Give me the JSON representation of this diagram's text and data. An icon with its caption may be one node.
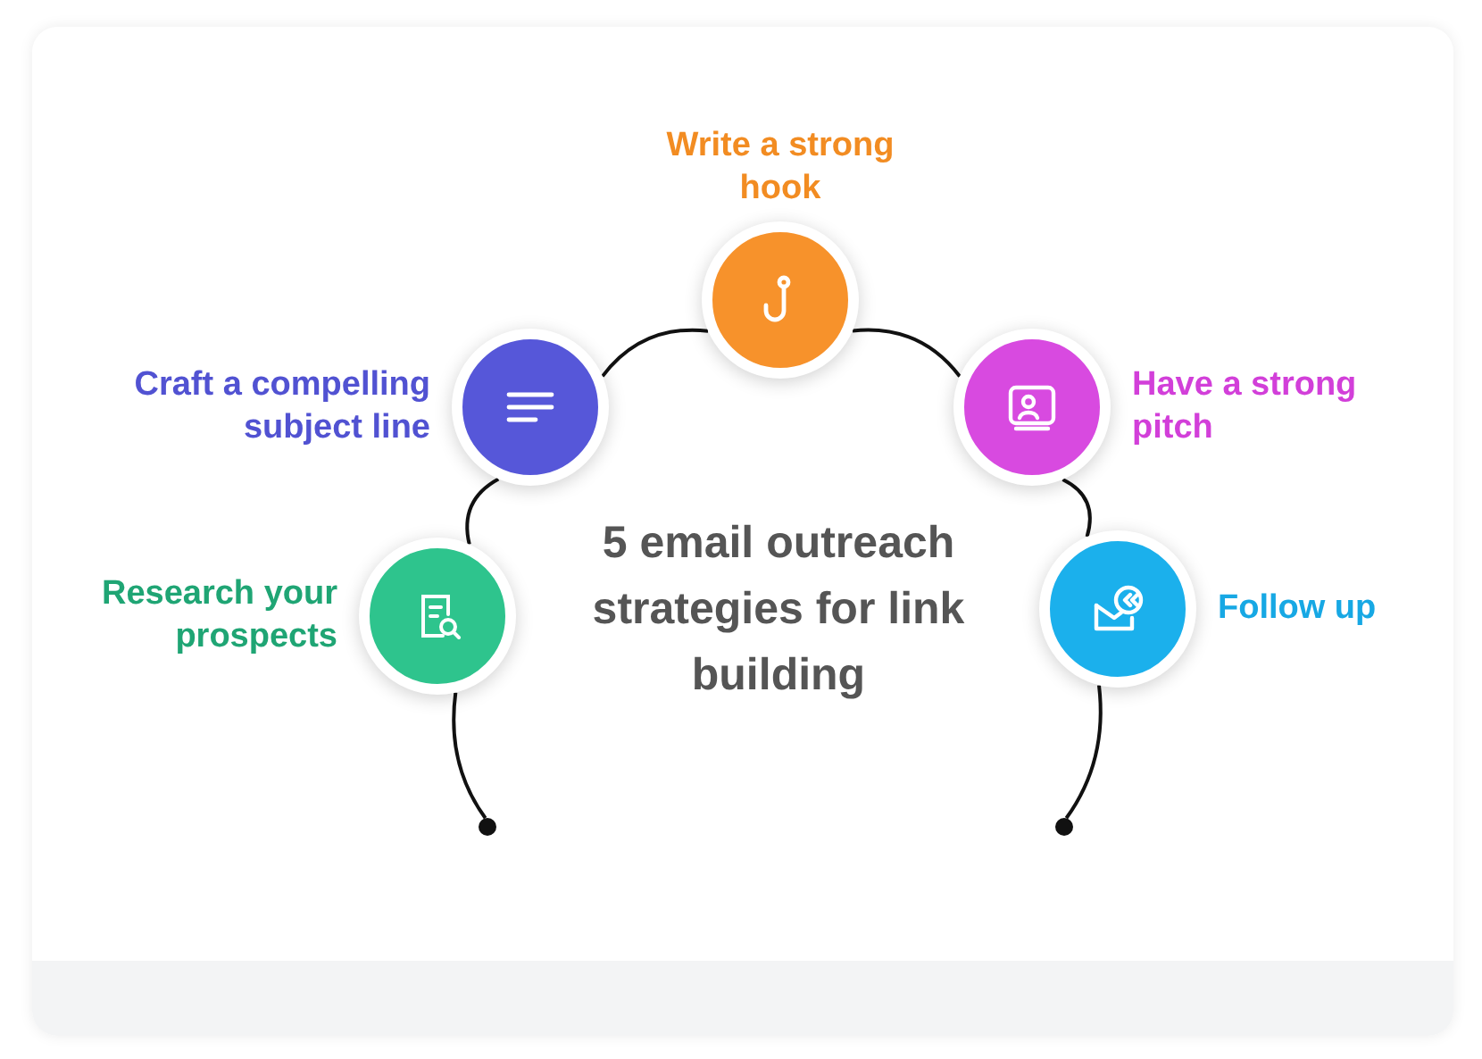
{
  "diagram": {
    "title": "5 email outreach strategies for link building",
    "nodes": [
      {
        "text": [
          "Research your prospects"
        ]
      },
      {
        "text": [
          "Craft a compelling subject line"
        ]
      },
      {
        "text": [
          "Write a strong hook"
        ]
      },
      {
        "text": [
          "Have a strong pitch"
        ]
      },
      {
        "text": [
          "Follow up"
        ]
      },
      {
        "text": [],
        "shape": "circle"
      },
      {
        "text": [],
        "shape": "circle"
      }
    ],
    "edges": [
      {
        "from": 5,
        "to": 0,
        "arrow": "none"
      },
      {
        "from": 0,
        "to": 1,
        "arrow": "none"
      },
      {
        "from": 1,
        "to": 2,
        "arrow": "none"
      },
      {
        "from": 2,
        "to": 3,
        "arrow": "none"
      },
      {
        "from": 3,
        "to": 4,
        "arrow": "none"
      },
      {
        "from": 4,
        "to": 6,
        "arrow": "none"
      }
    ]
  }
}
